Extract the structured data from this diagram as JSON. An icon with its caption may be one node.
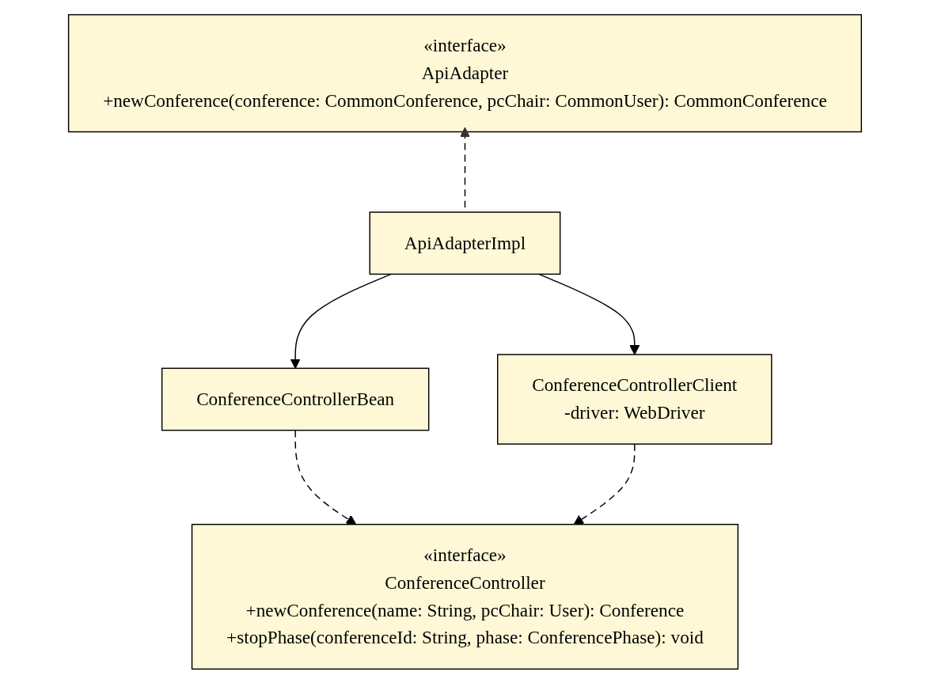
{
  "diagram": {
    "nodes": [
      {
        "text": [
          "«interface»",
          "ApiAdapter",
          "+newConference(conference: CommonConference, pcChair: CommonUser): CommonConference"
        ]
      },
      {
        "text": [
          "ApiAdapterImpl"
        ]
      },
      {
        "text": [
          "ConferenceControllerBean"
        ]
      },
      {
        "text": [
          "ConferenceControllerClient",
          "-driver: WebDriver"
        ]
      },
      {
        "text": [
          "«interface»",
          "ConferenceController",
          "+newConference(name: String, pcChair: User): Conference",
          "+stopPhase(conferenceId: String, phase: ConferencePhase): void"
        ]
      }
    ],
    "edges": [
      {
        "from": 1,
        "to": 0,
        "arrow": "to",
        "style": "dashed"
      },
      {
        "from": 1,
        "to": 2,
        "arrow": "to"
      },
      {
        "from": 1,
        "to": 3,
        "arrow": "to"
      },
      {
        "from": 2,
        "to": 4,
        "arrow": "to",
        "style": "dashed"
      },
      {
        "from": 3,
        "to": 4,
        "arrow": "to",
        "style": "dashed"
      }
    ]
  }
}
